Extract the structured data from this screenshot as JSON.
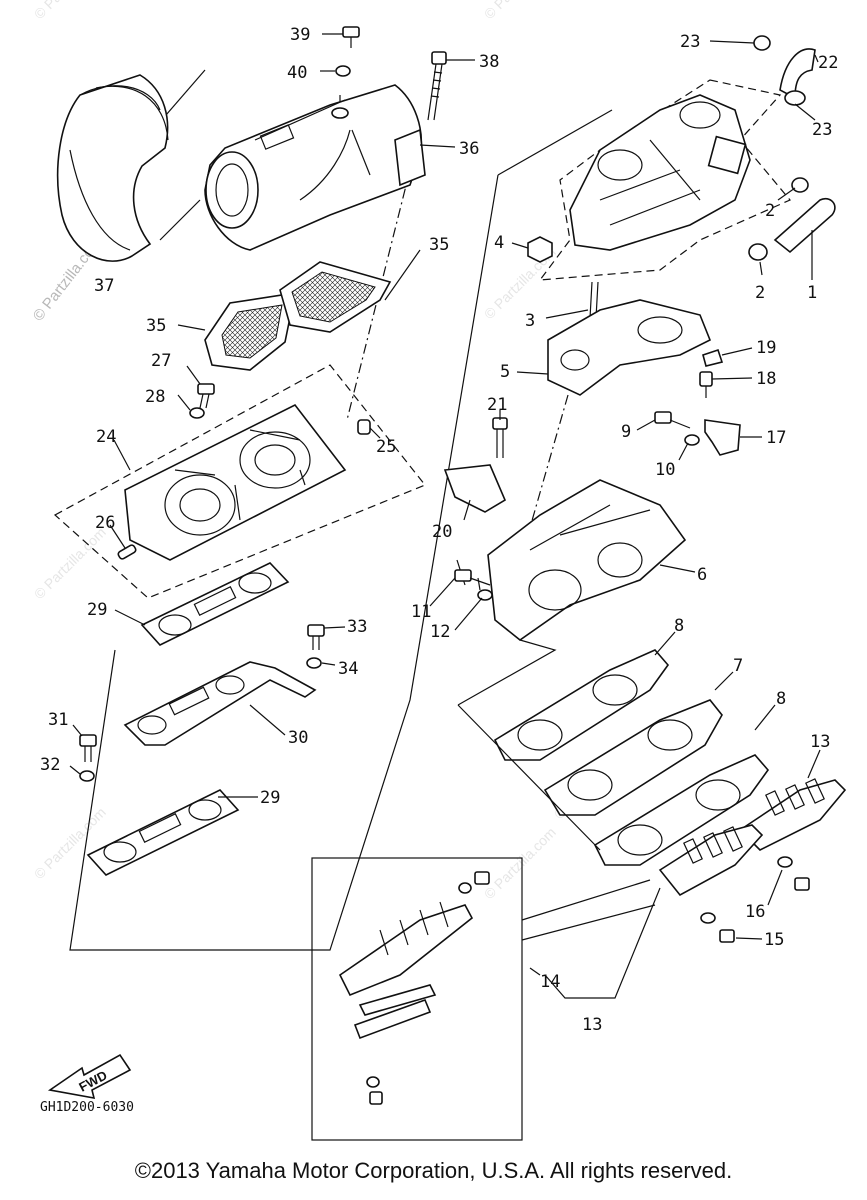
{
  "diagram": {
    "code": "GH1D200-6030",
    "fwd_label": "FWD",
    "watermark": "© Partzilla.com",
    "copyright": "©2013  Yamaha Motor Corporation, U.S.A. All rights reserved.",
    "callouts": [
      {
        "id": "39",
        "text": "39"
      },
      {
        "id": "40",
        "text": "40"
      },
      {
        "id": "38",
        "text": "38"
      },
      {
        "id": "36",
        "text": "36"
      },
      {
        "id": "37",
        "text": "37"
      },
      {
        "id": "35a",
        "text": "35"
      },
      {
        "id": "35b",
        "text": "35"
      },
      {
        "id": "27",
        "text": "27"
      },
      {
        "id": "28",
        "text": "28"
      },
      {
        "id": "24",
        "text": "24"
      },
      {
        "id": "25",
        "text": "25"
      },
      {
        "id": "26",
        "text": "26"
      },
      {
        "id": "29a",
        "text": "29"
      },
      {
        "id": "33",
        "text": "33"
      },
      {
        "id": "34",
        "text": "34"
      },
      {
        "id": "30",
        "text": "30"
      },
      {
        "id": "31",
        "text": "31"
      },
      {
        "id": "32",
        "text": "32"
      },
      {
        "id": "29b",
        "text": "29"
      },
      {
        "id": "23a",
        "text": "23"
      },
      {
        "id": "22",
        "text": "22"
      },
      {
        "id": "23b",
        "text": "23"
      },
      {
        "id": "2a",
        "text": "2"
      },
      {
        "id": "2b",
        "text": "2"
      },
      {
        "id": "1",
        "text": "1"
      },
      {
        "id": "4",
        "text": "4"
      },
      {
        "id": "3",
        "text": "3"
      },
      {
        "id": "5",
        "text": "5"
      },
      {
        "id": "19",
        "text": "19"
      },
      {
        "id": "18",
        "text": "18"
      },
      {
        "id": "21",
        "text": "21"
      },
      {
        "id": "9",
        "text": "9"
      },
      {
        "id": "17",
        "text": "17"
      },
      {
        "id": "10",
        "text": "10"
      },
      {
        "id": "20",
        "text": "20"
      },
      {
        "id": "6",
        "text": "6"
      },
      {
        "id": "11",
        "text": "11"
      },
      {
        "id": "12",
        "text": "12"
      },
      {
        "id": "8a",
        "text": "8"
      },
      {
        "id": "7",
        "text": "7"
      },
      {
        "id": "8b",
        "text": "8"
      },
      {
        "id": "13a",
        "text": "13"
      },
      {
        "id": "16",
        "text": "16"
      },
      {
        "id": "15",
        "text": "15"
      },
      {
        "id": "14",
        "text": "14"
      },
      {
        "id": "13b",
        "text": "13"
      }
    ]
  }
}
